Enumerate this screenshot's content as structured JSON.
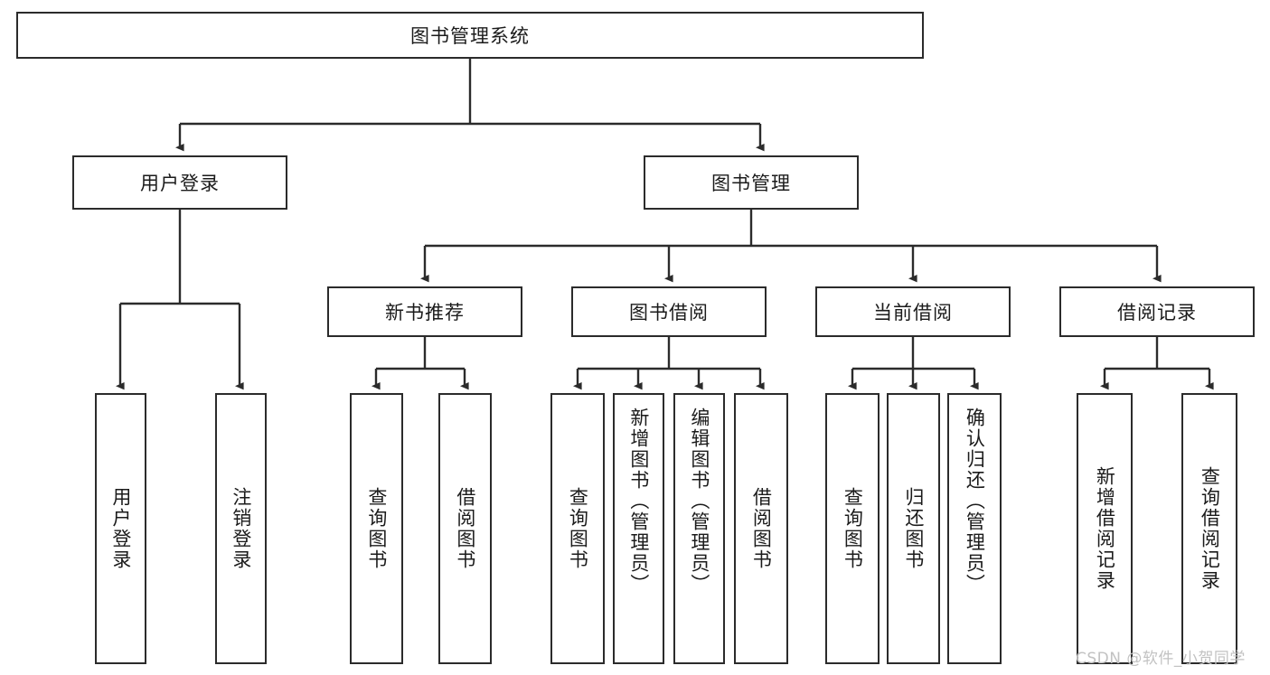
{
  "diagram": {
    "title": "图书管理系统",
    "type": "hierarchy-tree",
    "root": {
      "label": "图书管理系统"
    },
    "level2": [
      {
        "label": "用户登录"
      },
      {
        "label": "图书管理"
      }
    ],
    "level3": [
      {
        "label": "新书推荐"
      },
      {
        "label": "图书借阅"
      },
      {
        "label": "当前借阅"
      },
      {
        "label": "借阅记录"
      }
    ],
    "leaves": {
      "user_login": [
        {
          "label": "用户登录"
        },
        {
          "label": "注销登录"
        }
      ],
      "new_book_recommend": [
        {
          "label": "查询图书"
        },
        {
          "label": "借阅图书"
        }
      ],
      "book_borrow": [
        {
          "label": "查询图书"
        },
        {
          "label": "新增图书（管理员）"
        },
        {
          "label": "编辑图书（管理员）"
        },
        {
          "label": "借阅图书"
        }
      ],
      "current_borrow": [
        {
          "label": "查询图书"
        },
        {
          "label": "归还图书"
        },
        {
          "label": "确认归还（管理员）"
        }
      ],
      "borrow_record": [
        {
          "label": "新增借阅记录"
        },
        {
          "label": "查询借阅记录"
        }
      ]
    }
  },
  "watermark": {
    "text": "CSDN @软件_小贺同学"
  },
  "colors": {
    "stroke": "#2b2b2b",
    "background": "#ffffff",
    "text": "#1b1b1b",
    "watermark": "#c2c2c2"
  }
}
